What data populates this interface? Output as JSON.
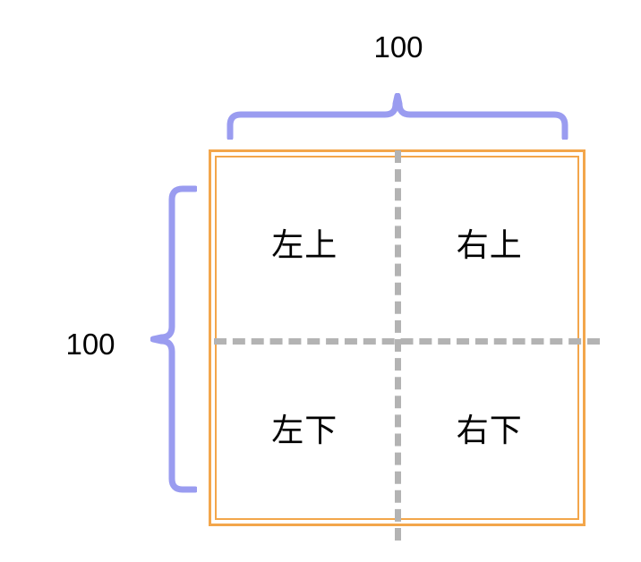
{
  "diagram": {
    "title": "",
    "colors": {
      "frame": "#f3a64b",
      "brace": "#9a9cf0",
      "divider": "#b3b3b3",
      "text": "#000000",
      "background": "#ffffff"
    },
    "dimensions": {
      "width_label": "100",
      "height_label": "100"
    },
    "quadrants": [
      {
        "key": "top-left",
        "label": "左上"
      },
      {
        "key": "top-right",
        "label": "右上"
      },
      {
        "key": "bottom-left",
        "label": "左下"
      },
      {
        "key": "bottom-right",
        "label": "右下"
      }
    ],
    "icons": {
      "top_brace": "curly-brace-horizontal-icon",
      "left_brace": "curly-brace-vertical-icon"
    }
  }
}
